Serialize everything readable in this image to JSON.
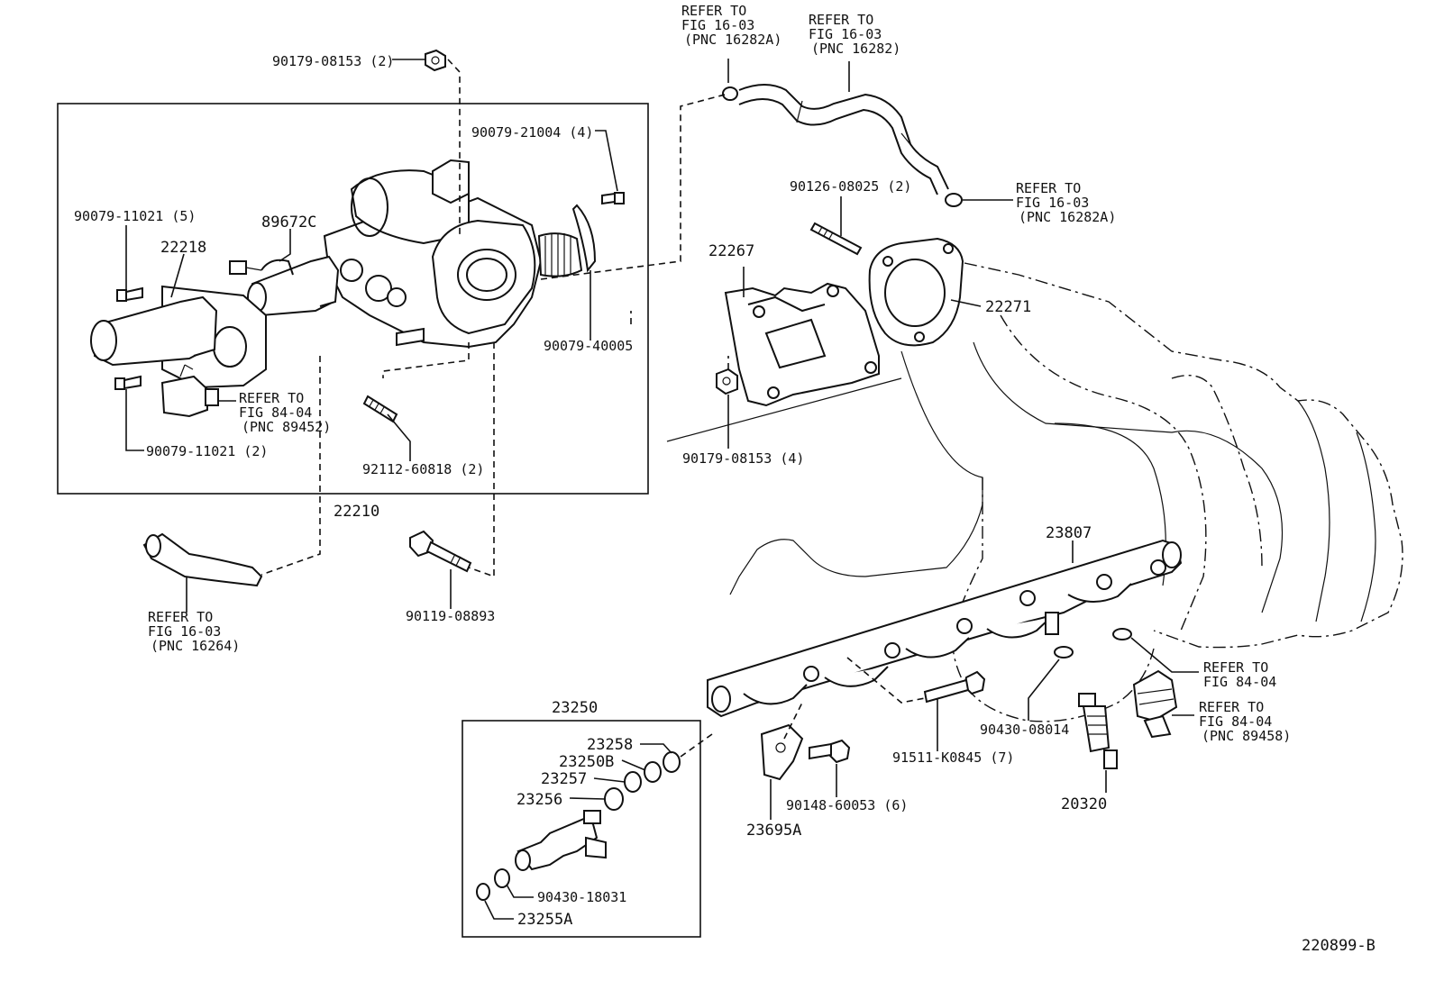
{
  "labels": {
    "p90179_08153_top": "90179-08153 (2)",
    "p90079_21004": "90079-21004 (4)",
    "p90079_11021_a": "90079-11021 (5)",
    "p89672C": "89672C",
    "p22218": "22218",
    "p90079_40005": "90079-40005",
    "ref_84_04_a": "REFER TO",
    "ref_84_04_a2": "FIG 84-04",
    "ref_84_04_a3": "(PNC 89452)",
    "p90079_11021_b": "90079-11021 (2)",
    "p92112_60818": "92112-60818 (2)",
    "p22210": "22210",
    "ref_16_03_a": "REFER TO",
    "ref_16_03_a2": "FIG 16-03",
    "ref_16_03_a3": "(PNC 16264)",
    "p90119_08893": "90119-08893",
    "ref_top1": "REFER TO",
    "ref_top1b": "FIG 16-03",
    "ref_top1c": "(PNC 16282A)",
    "ref_top2": "REFER TO",
    "ref_top2b": "FIG 16-03",
    "ref_top2c": "(PNC 16282)",
    "ref_top3": "REFER TO",
    "ref_top3b": "FIG 16-03",
    "ref_top3c": "(PNC 16282A)",
    "p90126_08025": "90126-08025 (2)",
    "p22267": "22267",
    "p22271": "22271",
    "p90179_08153_b": "90179-08153 (4)",
    "p23807": "23807",
    "ref_84_04_b": "REFER TO",
    "ref_84_04_b2": "FIG 84-04",
    "ref_84_04_c": "REFER TO",
    "ref_84_04_c2": "FIG 84-04",
    "ref_84_04_c3": "(PNC 89458)",
    "p90430_08014": "90430-08014",
    "p91511_K0845": "91511-K0845 (7)",
    "p20320": "20320",
    "p90148_60053": "90148-60053 (6)",
    "p23695A": "23695A",
    "p23250": "23250",
    "p23258": "23258",
    "p23250B": "23250B",
    "p23257": "23257",
    "p23256": "23256",
    "p90430_18031": "90430-18031",
    "p23255A": "23255A",
    "fig_code": "220899-B"
  }
}
